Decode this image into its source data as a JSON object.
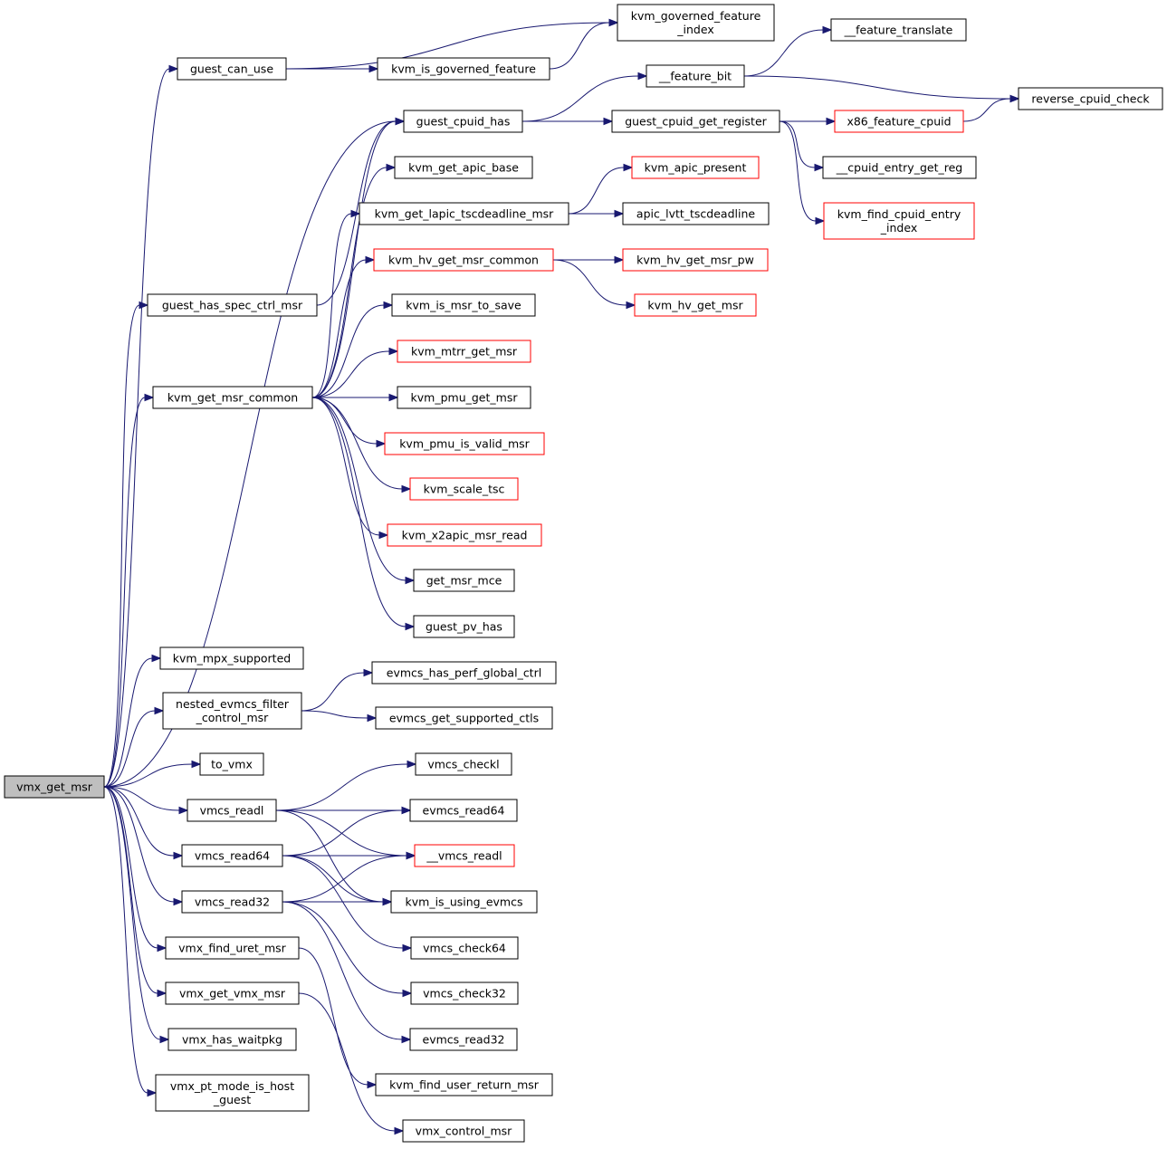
{
  "graph": {
    "title": "",
    "colors": {
      "edge": "#191970",
      "node_border": "#000000",
      "incomplete_border": "#ff0000",
      "root_fill": "#bfbfbf"
    },
    "nodes": [
      {
        "id": "vmx_get_msr",
        "lines": [
          "vmx_get_msr"
        ],
        "style": "root"
      },
      {
        "id": "guest_can_use",
        "lines": [
          "guest_can_use"
        ],
        "style": "normal"
      },
      {
        "id": "kvm_governed_feature_index",
        "lines": [
          "kvm_governed_feature",
          "_index"
        ],
        "style": "normal"
      },
      {
        "id": "kvm_is_governed_feature",
        "lines": [
          "kvm_is_governed_feature"
        ],
        "style": "normal"
      },
      {
        "id": "__feature_translate",
        "lines": [
          "__feature_translate"
        ],
        "style": "normal"
      },
      {
        "id": "__feature_bit",
        "lines": [
          "__feature_bit"
        ],
        "style": "normal"
      },
      {
        "id": "reverse_cpuid_check",
        "lines": [
          "reverse_cpuid_check"
        ],
        "style": "normal"
      },
      {
        "id": "guest_cpuid_has",
        "lines": [
          "guest_cpuid_has"
        ],
        "style": "normal"
      },
      {
        "id": "guest_cpuid_get_register",
        "lines": [
          "guest_cpuid_get_register"
        ],
        "style": "normal"
      },
      {
        "id": "x86_feature_cpuid",
        "lines": [
          "x86_feature_cpuid"
        ],
        "style": "incomplete"
      },
      {
        "id": "kvm_get_apic_base",
        "lines": [
          "kvm_get_apic_base"
        ],
        "style": "normal"
      },
      {
        "id": "kvm_apic_present",
        "lines": [
          "kvm_apic_present"
        ],
        "style": "incomplete"
      },
      {
        "id": "__cpuid_entry_get_reg",
        "lines": [
          "__cpuid_entry_get_reg"
        ],
        "style": "normal"
      },
      {
        "id": "kvm_get_lapic_tscdeadline_msr",
        "lines": [
          "kvm_get_lapic_tscdeadline_msr"
        ],
        "style": "normal"
      },
      {
        "id": "apic_lvtt_tscdeadline",
        "lines": [
          "apic_lvtt_tscdeadline"
        ],
        "style": "normal"
      },
      {
        "id": "kvm_find_cpuid_entry_index",
        "lines": [
          "kvm_find_cpuid_entry",
          "_index"
        ],
        "style": "incomplete"
      },
      {
        "id": "kvm_hv_get_msr_common",
        "lines": [
          "kvm_hv_get_msr_common"
        ],
        "style": "incomplete"
      },
      {
        "id": "kvm_hv_get_msr_pw",
        "lines": [
          "kvm_hv_get_msr_pw"
        ],
        "style": "incomplete"
      },
      {
        "id": "guest_has_spec_ctrl_msr",
        "lines": [
          "guest_has_spec_ctrl_msr"
        ],
        "style": "normal"
      },
      {
        "id": "kvm_is_msr_to_save",
        "lines": [
          "kvm_is_msr_to_save"
        ],
        "style": "normal"
      },
      {
        "id": "kvm_hv_get_msr",
        "lines": [
          "kvm_hv_get_msr"
        ],
        "style": "incomplete"
      },
      {
        "id": "kvm_mtrr_get_msr",
        "lines": [
          "kvm_mtrr_get_msr"
        ],
        "style": "incomplete"
      },
      {
        "id": "kvm_get_msr_common",
        "lines": [
          "kvm_get_msr_common"
        ],
        "style": "normal"
      },
      {
        "id": "kvm_pmu_get_msr",
        "lines": [
          "kvm_pmu_get_msr"
        ],
        "style": "normal"
      },
      {
        "id": "kvm_pmu_is_valid_msr",
        "lines": [
          "kvm_pmu_is_valid_msr"
        ],
        "style": "incomplete"
      },
      {
        "id": "kvm_scale_tsc",
        "lines": [
          "kvm_scale_tsc"
        ],
        "style": "incomplete"
      },
      {
        "id": "kvm_x2apic_msr_read",
        "lines": [
          "kvm_x2apic_msr_read"
        ],
        "style": "incomplete"
      },
      {
        "id": "get_msr_mce",
        "lines": [
          "get_msr_mce"
        ],
        "style": "normal"
      },
      {
        "id": "guest_pv_has",
        "lines": [
          "guest_pv_has"
        ],
        "style": "normal"
      },
      {
        "id": "kvm_mpx_supported",
        "lines": [
          "kvm_mpx_supported"
        ],
        "style": "normal"
      },
      {
        "id": "evmcs_has_perf_global_ctrl",
        "lines": [
          "evmcs_has_perf_global_ctrl"
        ],
        "style": "normal"
      },
      {
        "id": "nested_evmcs_filter_control_msr",
        "lines": [
          "nested_evmcs_filter",
          "_control_msr"
        ],
        "style": "normal"
      },
      {
        "id": "evmcs_get_supported_ctls",
        "lines": [
          "evmcs_get_supported_ctls"
        ],
        "style": "normal"
      },
      {
        "id": "to_vmx",
        "lines": [
          "to_vmx"
        ],
        "style": "normal"
      },
      {
        "id": "vmcs_checkl",
        "lines": [
          "vmcs_checkl"
        ],
        "style": "normal"
      },
      {
        "id": "vmcs_readl",
        "lines": [
          "vmcs_readl"
        ],
        "style": "normal"
      },
      {
        "id": "evmcs_read64",
        "lines": [
          "evmcs_read64"
        ],
        "style": "normal"
      },
      {
        "id": "vmcs_read64",
        "lines": [
          "vmcs_read64"
        ],
        "style": "normal"
      },
      {
        "id": "__vmcs_readl",
        "lines": [
          "__vmcs_readl"
        ],
        "style": "incomplete"
      },
      {
        "id": "vmcs_read32",
        "lines": [
          "vmcs_read32"
        ],
        "style": "normal"
      },
      {
        "id": "kvm_is_using_evmcs",
        "lines": [
          "kvm_is_using_evmcs"
        ],
        "style": "normal"
      },
      {
        "id": "vmcs_check64",
        "lines": [
          "vmcs_check64"
        ],
        "style": "normal"
      },
      {
        "id": "vmx_find_uret_msr",
        "lines": [
          "vmx_find_uret_msr"
        ],
        "style": "normal"
      },
      {
        "id": "vmx_get_vmx_msr",
        "lines": [
          "vmx_get_vmx_msr"
        ],
        "style": "normal"
      },
      {
        "id": "vmcs_check32",
        "lines": [
          "vmcs_check32"
        ],
        "style": "normal"
      },
      {
        "id": "vmx_has_waitpkg",
        "lines": [
          "vmx_has_waitpkg"
        ],
        "style": "normal"
      },
      {
        "id": "evmcs_read32",
        "lines": [
          "evmcs_read32"
        ],
        "style": "normal"
      },
      {
        "id": "kvm_find_user_return_msr",
        "lines": [
          "kvm_find_user_return_msr"
        ],
        "style": "normal"
      },
      {
        "id": "vmx_pt_mode_is_host_guest",
        "lines": [
          "vmx_pt_mode_is_host",
          "_guest"
        ],
        "style": "normal"
      },
      {
        "id": "vmx_control_msr",
        "lines": [
          "vmx_control_msr"
        ],
        "style": "normal"
      }
    ],
    "edges": [
      {
        "from": "vmx_get_msr",
        "to": "guest_can_use"
      },
      {
        "from": "vmx_get_msr",
        "to": "guest_cpuid_has"
      },
      {
        "from": "vmx_get_msr",
        "to": "guest_has_spec_ctrl_msr"
      },
      {
        "from": "vmx_get_msr",
        "to": "kvm_get_msr_common"
      },
      {
        "from": "vmx_get_msr",
        "to": "kvm_mpx_supported"
      },
      {
        "from": "vmx_get_msr",
        "to": "nested_evmcs_filter_control_msr"
      },
      {
        "from": "vmx_get_msr",
        "to": "to_vmx"
      },
      {
        "from": "vmx_get_msr",
        "to": "vmcs_readl"
      },
      {
        "from": "vmx_get_msr",
        "to": "vmcs_read64"
      },
      {
        "from": "vmx_get_msr",
        "to": "vmcs_read32"
      },
      {
        "from": "vmx_get_msr",
        "to": "vmx_find_uret_msr"
      },
      {
        "from": "vmx_get_msr",
        "to": "vmx_get_vmx_msr"
      },
      {
        "from": "vmx_get_msr",
        "to": "vmx_has_waitpkg"
      },
      {
        "from": "vmx_get_msr",
        "to": "vmx_pt_mode_is_host_guest"
      },
      {
        "from": "guest_can_use",
        "to": "kvm_governed_feature_index"
      },
      {
        "from": "guest_can_use",
        "to": "kvm_is_governed_feature"
      },
      {
        "from": "kvm_is_governed_feature",
        "to": "kvm_governed_feature_index"
      },
      {
        "from": "__feature_bit",
        "to": "__feature_translate"
      },
      {
        "from": "__feature_bit",
        "to": "reverse_cpuid_check"
      },
      {
        "from": "guest_cpuid_has",
        "to": "__feature_bit"
      },
      {
        "from": "guest_cpuid_has",
        "to": "guest_cpuid_get_register"
      },
      {
        "from": "guest_cpuid_get_register",
        "to": "x86_feature_cpuid"
      },
      {
        "from": "guest_cpuid_get_register",
        "to": "__cpuid_entry_get_reg"
      },
      {
        "from": "guest_cpuid_get_register",
        "to": "kvm_find_cpuid_entry_index"
      },
      {
        "from": "x86_feature_cpuid",
        "to": "reverse_cpuid_check"
      },
      {
        "from": "guest_has_spec_ctrl_msr",
        "to": "guest_cpuid_has"
      },
      {
        "from": "kvm_get_msr_common",
        "to": "guest_cpuid_has"
      },
      {
        "from": "kvm_get_msr_common",
        "to": "kvm_get_apic_base"
      },
      {
        "from": "kvm_get_msr_common",
        "to": "kvm_get_lapic_tscdeadline_msr"
      },
      {
        "from": "kvm_get_msr_common",
        "to": "kvm_hv_get_msr_common"
      },
      {
        "from": "kvm_get_msr_common",
        "to": "kvm_is_msr_to_save"
      },
      {
        "from": "kvm_get_msr_common",
        "to": "kvm_mtrr_get_msr"
      },
      {
        "from": "kvm_get_msr_common",
        "to": "kvm_pmu_get_msr"
      },
      {
        "from": "kvm_get_msr_common",
        "to": "kvm_pmu_is_valid_msr"
      },
      {
        "from": "kvm_get_msr_common",
        "to": "kvm_scale_tsc"
      },
      {
        "from": "kvm_get_msr_common",
        "to": "kvm_x2apic_msr_read"
      },
      {
        "from": "kvm_get_msr_common",
        "to": "get_msr_mce"
      },
      {
        "from": "kvm_get_msr_common",
        "to": "guest_pv_has"
      },
      {
        "from": "kvm_get_lapic_tscdeadline_msr",
        "to": "kvm_apic_present"
      },
      {
        "from": "kvm_get_lapic_tscdeadline_msr",
        "to": "apic_lvtt_tscdeadline"
      },
      {
        "from": "kvm_hv_get_msr_common",
        "to": "kvm_hv_get_msr_pw"
      },
      {
        "from": "kvm_hv_get_msr_common",
        "to": "kvm_hv_get_msr"
      },
      {
        "from": "nested_evmcs_filter_control_msr",
        "to": "evmcs_has_perf_global_ctrl"
      },
      {
        "from": "nested_evmcs_filter_control_msr",
        "to": "evmcs_get_supported_ctls"
      },
      {
        "from": "vmcs_readl",
        "to": "vmcs_checkl"
      },
      {
        "from": "vmcs_readl",
        "to": "evmcs_read64"
      },
      {
        "from": "vmcs_readl",
        "to": "__vmcs_readl"
      },
      {
        "from": "vmcs_readl",
        "to": "kvm_is_using_evmcs"
      },
      {
        "from": "vmcs_read64",
        "to": "evmcs_read64"
      },
      {
        "from": "vmcs_read64",
        "to": "__vmcs_readl"
      },
      {
        "from": "vmcs_read64",
        "to": "kvm_is_using_evmcs"
      },
      {
        "from": "vmcs_read64",
        "to": "vmcs_check64"
      },
      {
        "from": "vmcs_read32",
        "to": "__vmcs_readl"
      },
      {
        "from": "vmcs_read32",
        "to": "kvm_is_using_evmcs"
      },
      {
        "from": "vmcs_read32",
        "to": "vmcs_check32"
      },
      {
        "from": "vmcs_read32",
        "to": "evmcs_read32"
      },
      {
        "from": "vmx_find_uret_msr",
        "to": "kvm_find_user_return_msr"
      },
      {
        "from": "vmx_get_vmx_msr",
        "to": "vmx_control_msr"
      }
    ]
  }
}
